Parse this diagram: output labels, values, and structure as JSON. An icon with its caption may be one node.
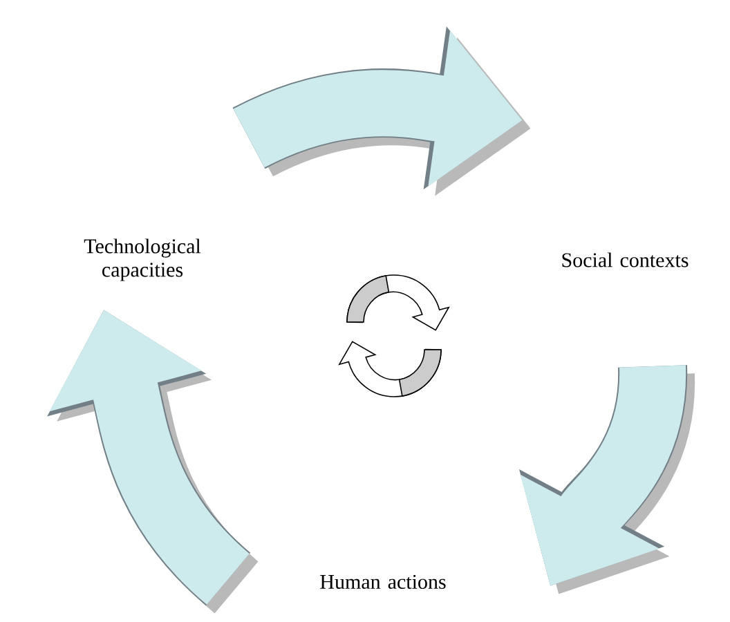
{
  "diagram": {
    "nodes": [
      {
        "text": [
          "Technological capacities"
        ]
      },
      {
        "text": [
          "Social contexts"
        ]
      },
      {
        "text": [
          "Human actions"
        ]
      }
    ],
    "edges": [
      {
        "from": 0,
        "to": 1,
        "arrow": "to"
      },
      {
        "from": 1,
        "to": 2,
        "arrow": "to"
      },
      {
        "from": 2,
        "to": 0,
        "arrow": "to"
      }
    ]
  }
}
